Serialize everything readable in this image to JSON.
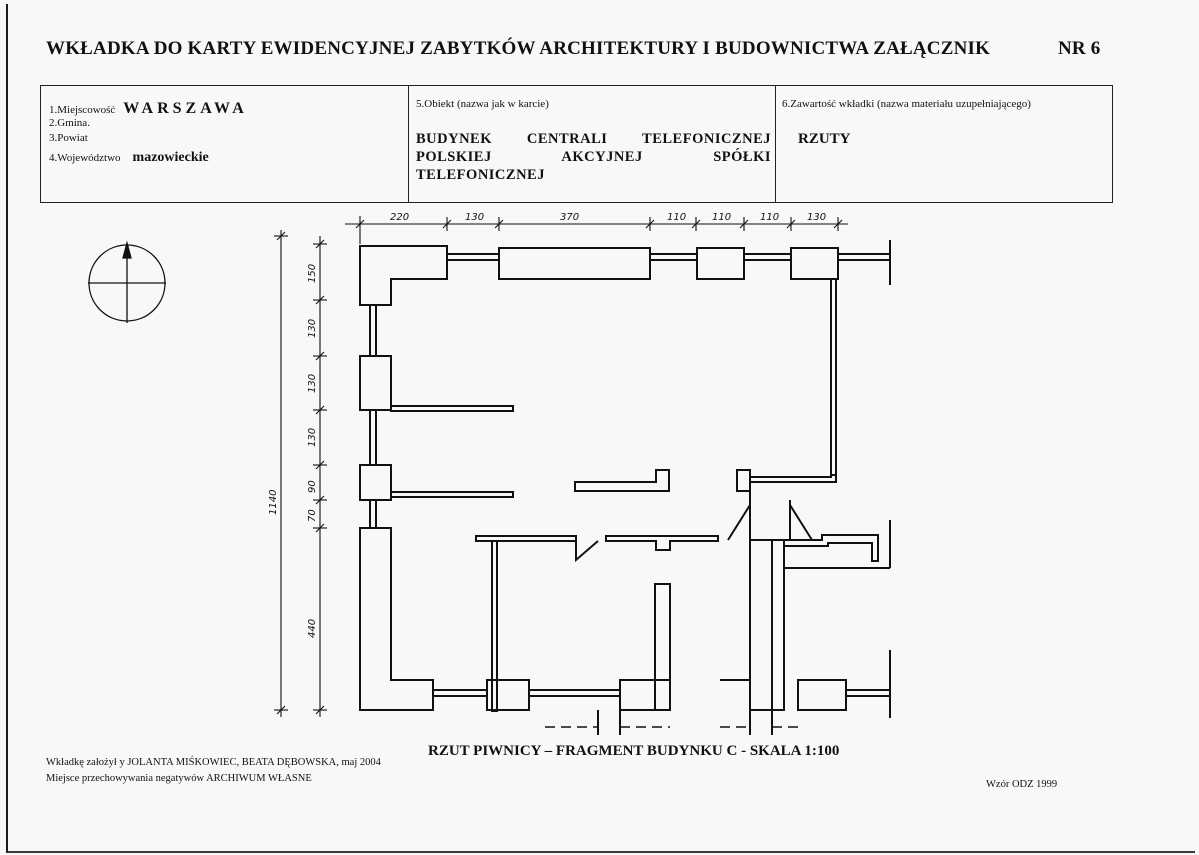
{
  "header": {
    "title": "WKŁADKA DO KARTY EWIDENCYJNEJ ZABYTKÓW ARCHITEKTURY I BUDOWNICTWA ZAŁĄCZNIK",
    "number": "NR 6"
  },
  "location": {
    "label_1": "1.Miejscowość",
    "city": "WARSZAWA",
    "label_2": "2.Gmina.",
    "label_3": "3.Powiat",
    "label_4": "4.Województwo",
    "voivodeship": "mazowieckie"
  },
  "object": {
    "label": "5.Obiekt (nazwa jak w karcie)",
    "name": "BUDYNEK CENTRALI TELEFONICZNEJ POLSKIEJ AKCYJNEJ SPÓŁKI TELEFONICZNEJ"
  },
  "insert": {
    "label": "6.Zawartość wkładki (nazwa materiału uzupełniającego)",
    "content": "RZUTY"
  },
  "drawing": {
    "dims_top": [
      "220",
      "130",
      "370",
      "110",
      "110",
      "110",
      "130"
    ],
    "dims_left": [
      "150",
      "130",
      "130",
      "130",
      "90",
      "70",
      "440"
    ],
    "total_height": "1140",
    "caption": "RZUT PIWNICY – FRAGMENT BUDYNKU C - SKALA  1:100"
  },
  "footer": {
    "author": "Wkładkę założył y JOLANTA MIŚKOWIEC, BEATA DĘBOWSKA, maj 2004",
    "storage": "Miejsce przechowywania negatywów  ARCHIWUM  WŁASNE",
    "template": "Wzór ODZ 1999"
  }
}
